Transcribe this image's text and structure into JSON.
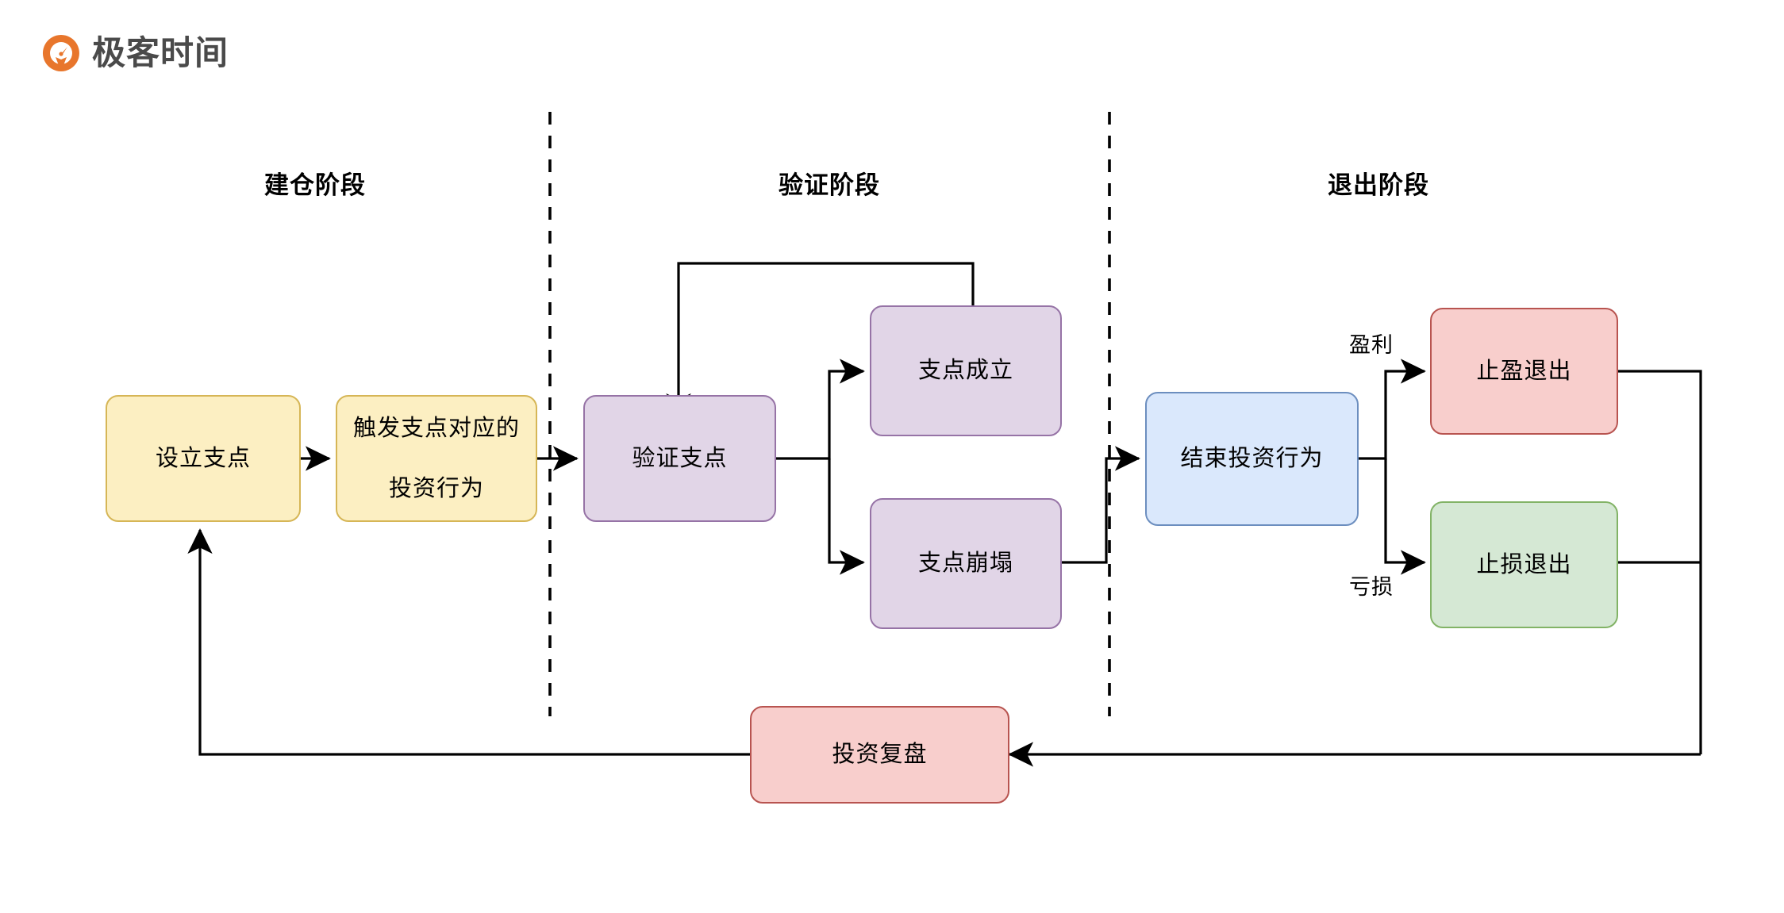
{
  "brand": {
    "name": "极客时间",
    "logo_icon": "geekbang-circle-logo-icon",
    "accent_color": "#E8762C",
    "text_color": "#4a4a4a"
  },
  "phases": [
    {
      "id": "build",
      "label": "建仓阶段"
    },
    {
      "id": "verify",
      "label": "验证阶段"
    },
    {
      "id": "exit",
      "label": "退出阶段"
    }
  ],
  "nodes": {
    "set_fulcrum": {
      "label": "设立支点",
      "fill": "#FCEFC2",
      "stroke": "#D6B656"
    },
    "trigger_action": {
      "label": "触发支点对应的\n投资行为",
      "line1": "触发支点对应的",
      "line2": "投资行为",
      "fill": "#FCEFC2",
      "stroke": "#D6B656"
    },
    "verify_fulcrum": {
      "label": "验证支点",
      "fill": "#E1D5E7",
      "stroke": "#9673A6"
    },
    "fulcrum_holds": {
      "label": "支点成立",
      "fill": "#E1D5E7",
      "stroke": "#9673A6"
    },
    "fulcrum_collapse": {
      "label": "支点崩塌",
      "fill": "#E1D5E7",
      "stroke": "#9673A6"
    },
    "end_investment": {
      "label": "结束投资行为",
      "fill": "#DAE8FC",
      "stroke": "#6C8EBF"
    },
    "take_profit_exit": {
      "label": "止盈退出",
      "fill": "#F8CECC",
      "stroke": "#B85450"
    },
    "stop_loss_exit": {
      "label": "止损退出",
      "fill": "#D5E8D4",
      "stroke": "#82B366"
    },
    "investment_review": {
      "label": "投资复盘",
      "fill": "#F8CECC",
      "stroke": "#B85450"
    }
  },
  "edge_labels": {
    "profit": "盈利",
    "loss": "亏损"
  },
  "divider_color": "#000000",
  "wire_color": "#000000"
}
